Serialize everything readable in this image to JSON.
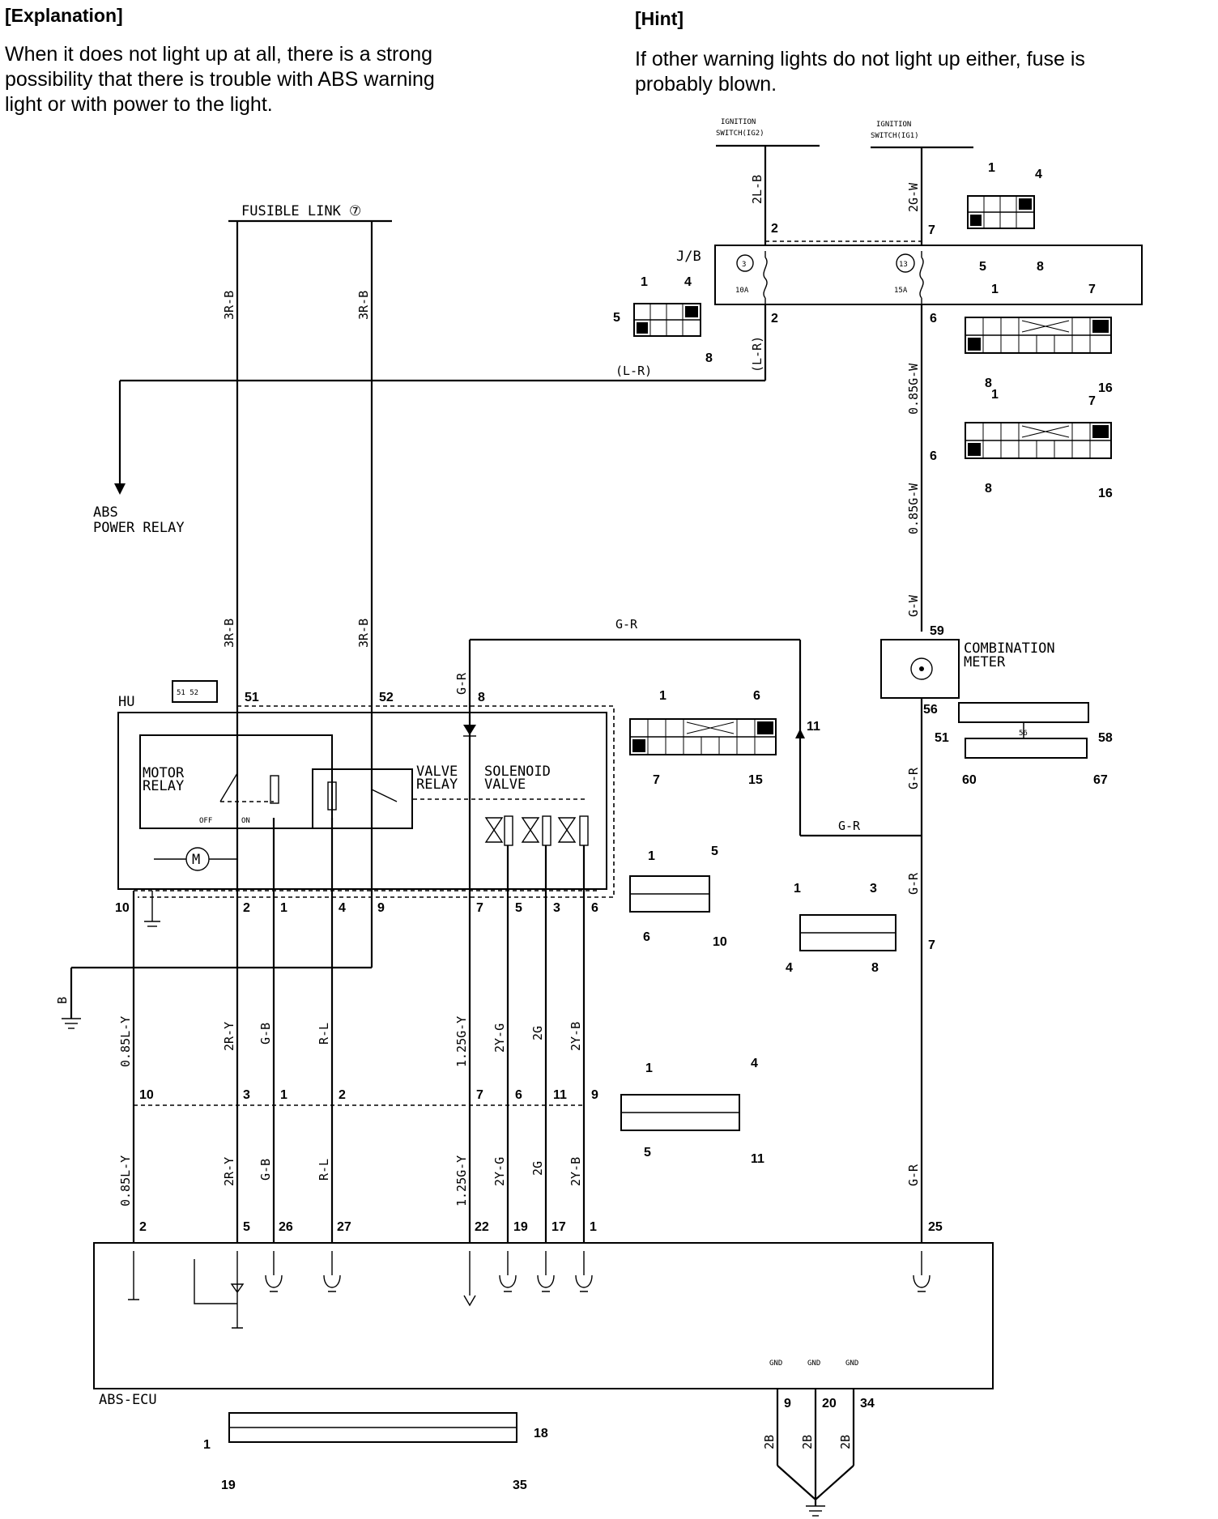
{
  "explanation": {
    "title": "[Explanation]",
    "lines": [
      "When it does not light up at all, there is a strong",
      "possibility that there is trouble with ABS warning",
      "light or with power to the light."
    ]
  },
  "hint": {
    "title": "[Hint]",
    "lines": [
      "If other warning lights do not light up either, fuse is",
      "probably blown."
    ]
  },
  "diagram": {
    "sources": {
      "fusible_link": "FUSIBLE LINK ⑦",
      "ig2_line1": "IGNITION",
      "ig2_line2": "SWITCH(IG2)",
      "ig1_line1": "IGNITION",
      "ig1_line2": "SWITCH(IG1)"
    },
    "components": {
      "jb": "J/B",
      "fuse_a_num": "3",
      "fuse_a_rating": "10A",
      "fuse_b_num": "13",
      "fuse_b_rating": "15A",
      "abs_relay_1": "ABS",
      "abs_relay_2": "POWER RELAY",
      "hu": "HU",
      "motor_relay_1": "MOTOR",
      "motor_relay_2": "RELAY",
      "valve_relay_1": "VALVE",
      "valve_relay_2": "RELAY",
      "solenoid_1": "SOLENOID",
      "solenoid_2": "VALVE",
      "off": "OFF",
      "on": "ON",
      "combination_meter_1": "COMBINATION",
      "combination_meter_2": "METER",
      "abs_ecu": "ABS-ECU",
      "gnd": "GND"
    },
    "wire_colors": {
      "fl_left": "3R-B",
      "fl_right": "3R-B",
      "fl_left_lower": "3R-B",
      "fl_right_lower": "3R-B",
      "ig2": "2L-B",
      "ig1": "2G-W",
      "l_r_v": "(L-R)",
      "l_r_h": "(L-R)",
      "jb_out_1": "0.85G-W",
      "jb_out_2": "0.85G-W",
      "meter_in": "G-W",
      "g_r_top": "G-R",
      "g_r_vert": "G-R",
      "g_r_mid": "G-R",
      "g_r_right1": "G-R",
      "g_r_right2": "G-R",
      "g_r_right3": "G-R",
      "upper": [
        "0.85L-Y",
        "2R-Y",
        "G-B",
        "R-L",
        "1.25G-Y",
        "2Y-G",
        "2G",
        "2Y-B"
      ],
      "lower": [
        "0.85L-Y",
        "2R-Y",
        "G-B",
        "R-L",
        "1.25G-Y",
        "2Y-G",
        "2G",
        "2Y-B"
      ],
      "gnd_wires": [
        "2B",
        "2B",
        "2B"
      ],
      "b_ground": "B"
    },
    "pins": {
      "ig2": "2",
      "ig1": "7",
      "jb_left_out": "2",
      "jb_right_out": "6",
      "mid_6": "6",
      "meter_in": "59",
      "meter_out": "56",
      "hu_51": "51",
      "hu_52": "52",
      "hu_8": "8",
      "hu_11": "11",
      "hu_bottom": [
        "10",
        "2",
        "1",
        "4",
        "9",
        "7",
        "5",
        "3",
        "6"
      ],
      "mid_row": [
        "10",
        "3",
        "1",
        "2",
        "7",
        "6",
        "11",
        "9"
      ],
      "ecu_top": [
        "2",
        "5",
        "26",
        "27",
        "22",
        "19",
        "17",
        "1",
        "25"
      ],
      "right_7": "7",
      "gnd_pins": [
        "9",
        "20",
        "34"
      ]
    },
    "connectors": {
      "c1": {
        "a": "1",
        "b": "4",
        "c": "5",
        "d": "8"
      },
      "c2": {
        "a": "1",
        "b": "4",
        "c": "5",
        "d": "8"
      },
      "c3": {
        "a": "1",
        "b": "7",
        "c": "8",
        "d": "16"
      },
      "c4": {
        "a": "1",
        "b": "7",
        "c": "8",
        "d": "16"
      },
      "c5": {
        "a": "1",
        "b": "6",
        "c": "7",
        "d": "15"
      },
      "c6": {
        "a": "51",
        "b": "58",
        "c": "60",
        "d": "67",
        "e": "56"
      },
      "c7": {
        "a": "1",
        "b": "5",
        "c": "6",
        "d": "10"
      },
      "c8": {
        "a": "1",
        "b": "3",
        "c": "4",
        "d": "8"
      },
      "c9": {
        "a": "1",
        "b": "4",
        "c": "5",
        "d": "11"
      },
      "c10": {
        "a": "1",
        "b": "18",
        "c": "19",
        "d": "35"
      },
      "hu_conn": "51 52"
    }
  }
}
